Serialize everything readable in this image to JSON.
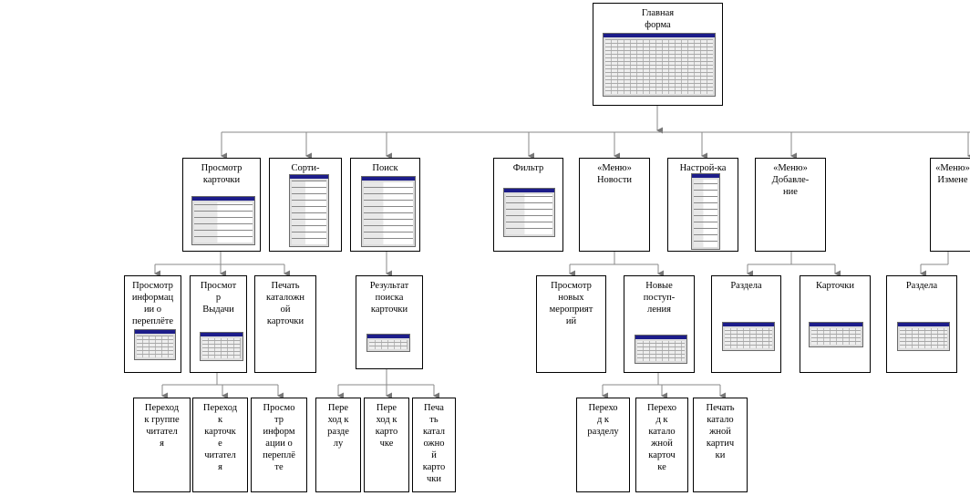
{
  "diagram": {
    "nodes": [
      {
        "id": "main",
        "label": "Главная\nформа",
        "thumb": "grid"
      },
      {
        "id": "view-card",
        "label": "Просмотр\nкарточки",
        "thumb": "form"
      },
      {
        "id": "sort",
        "label": "Сорти-\nровка",
        "thumb": "form"
      },
      {
        "id": "search",
        "label": "Поиск",
        "thumb": "form"
      },
      {
        "id": "filter",
        "label": "Фильтр",
        "thumb": "form"
      },
      {
        "id": "menu-news",
        "label": "«Меню»\nНовости",
        "thumb": ""
      },
      {
        "id": "settings",
        "label": "Настрой-ка",
        "thumb": "form"
      },
      {
        "id": "menu-add",
        "label": "«Меню»\nДобавле-\nние",
        "thumb": ""
      },
      {
        "id": "menu-edit",
        "label": "«Меню»\nИзмене",
        "thumb": ""
      },
      {
        "id": "view-binding",
        "label": "Просмотр\nинформац\nии о\nпереплёте",
        "thumb": "grid"
      },
      {
        "id": "view-issue",
        "label": "Просмот\nр\nВыдачи",
        "thumb": "grid"
      },
      {
        "id": "print-catalog-card",
        "label": "Печать\nкаталожн\nой\nкарточки",
        "thumb": ""
      },
      {
        "id": "search-result",
        "label": "Результат\nпоиска\nкарточки",
        "thumb": "grid"
      },
      {
        "id": "view-new-events",
        "label": "Просмотр\nновых\nмероприят\nий",
        "thumb": ""
      },
      {
        "id": "new-arrivals",
        "label": "Новые\nпоступ-\nления",
        "thumb": "grid"
      },
      {
        "id": "add-section",
        "label": "Раздела",
        "thumb": "grid"
      },
      {
        "id": "add-card",
        "label": "Карточки",
        "thumb": "grid"
      },
      {
        "id": "edit-section",
        "label": "Раздела",
        "thumb": "grid"
      },
      {
        "id": "goto-reader-group",
        "label": "Переход\nк группе\nчитател\nя",
        "thumb": ""
      },
      {
        "id": "goto-reader-card",
        "label": "Переход\nк\nкарточк\nе\nчитател\nя",
        "thumb": ""
      },
      {
        "id": "view-binding-2",
        "label": "Просмо\nтр\nинформ\nации о\nпереплё\nте",
        "thumb": ""
      },
      {
        "id": "goto-section",
        "label": "Пере\nход к\nразде\nлу",
        "thumb": ""
      },
      {
        "id": "goto-card",
        "label": "Пере\nход к\nкарто\nчке",
        "thumb": ""
      },
      {
        "id": "print-catalog-card-2",
        "label": "Печа\nть\nкатал\nожно\nй\nкарто\nчки",
        "thumb": ""
      },
      {
        "id": "goto-section-2",
        "label": "Перехо\nд к\nразделу",
        "thumb": ""
      },
      {
        "id": "goto-catalog-card",
        "label": "Перехо\nд к\nкатало\nжной\nкарточ\nке",
        "thumb": ""
      },
      {
        "id": "print-catalog-card-3",
        "label": "Печать\nкатало\nжной\nкартич\nки",
        "thumb": ""
      }
    ]
  }
}
